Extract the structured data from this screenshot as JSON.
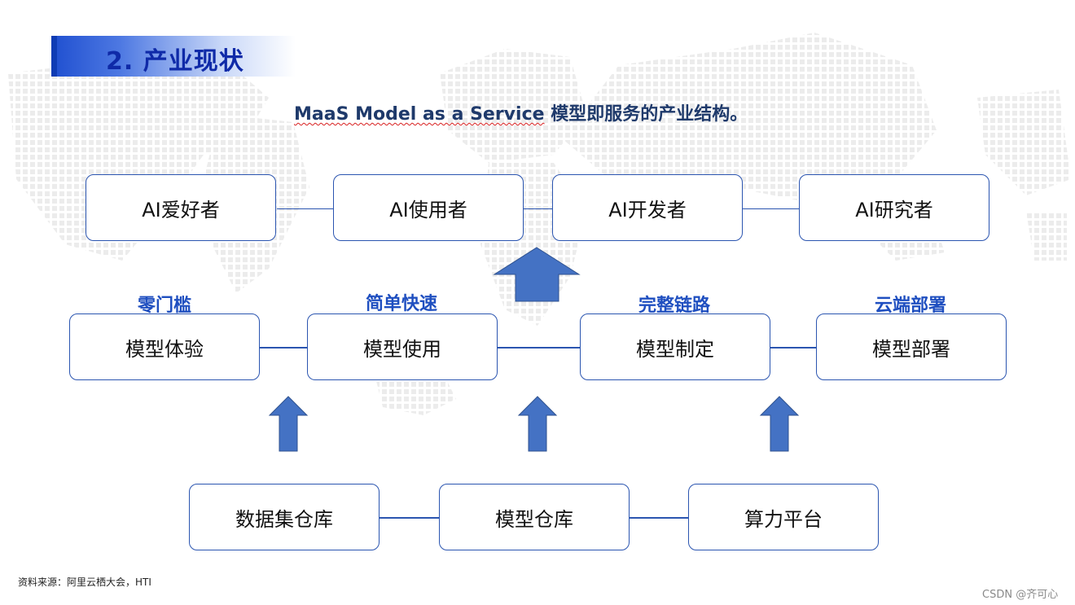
{
  "slide": {
    "title": "2. 产业现状",
    "subtitle_en": "MaaS Model as a Service",
    "subtitle_cn": " 模型即服务的产业结构。",
    "source_note": "资料来源：阿里云栖大会，HTI",
    "watermark": "CSDN @齐可心"
  },
  "layers": {
    "users": [
      "AI爱好者",
      "AI使用者",
      "AI开发者",
      "AI研究者"
    ],
    "services": [
      {
        "tag": "零门槛",
        "label": "模型体验"
      },
      {
        "tag": "简单快速",
        "label": "模型使用"
      },
      {
        "tag": "完整链路",
        "label": "模型制定"
      },
      {
        "tag": "云端部署",
        "label": "模型部署"
      }
    ],
    "foundation": [
      "数据集仓库",
      "模型仓库",
      "算力平台"
    ]
  },
  "colors": {
    "title_text": "#0f2aa8",
    "box_border": "#2b55b0",
    "tag_text": "#1f4fc0",
    "arrow_fill": "#4472c4",
    "arrow_stroke": "#2f528f"
  }
}
